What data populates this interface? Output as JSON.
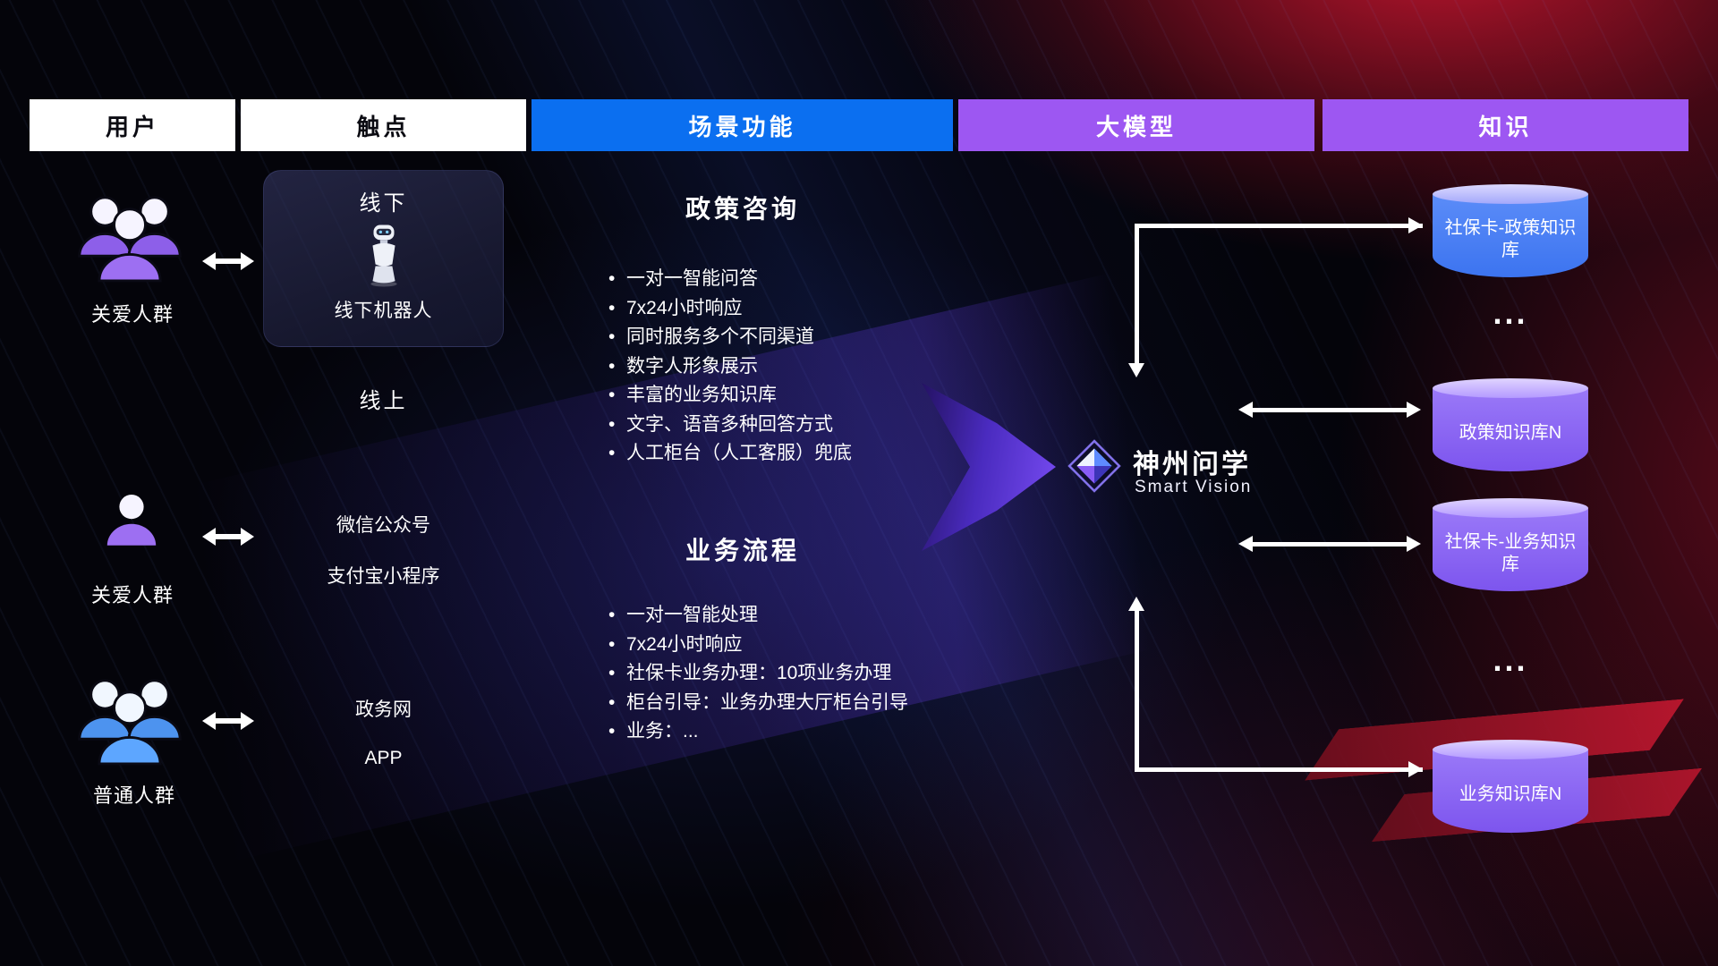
{
  "headers": [
    {
      "label": "用户"
    },
    {
      "label": "触点"
    },
    {
      "label": "场景功能"
    },
    {
      "label": "大模型"
    },
    {
      "label": "知识"
    }
  ],
  "users": [
    {
      "label": "关爱人群",
      "icon": "people-group-purple-icon"
    },
    {
      "label": "关爱人群",
      "icon": "person-purple-icon"
    },
    {
      "label": "普通人群",
      "icon": "people-group-blue-icon"
    }
  ],
  "touchpoints": {
    "offline_title": "线下",
    "robot_label": "线下机器人",
    "online_title": "线上",
    "items": [
      "微信公众号",
      "支付宝小程序",
      "政务网",
      "APP"
    ]
  },
  "scenes": {
    "policy": {
      "title": "政策咨询",
      "bullets": [
        "一对一智能问答",
        "7x24小时响应",
        "同时服务多个不同渠道",
        "数字人形象展示",
        "丰富的业务知识库",
        "文字、语音多种回答方式",
        "人工柜台（人工客服）兜底"
      ]
    },
    "business": {
      "title": "业务流程",
      "bullets": [
        "一对一智能处理",
        "7x24小时响应",
        "社保卡业务办理：10项业务办理",
        "柜台引导：业务办理大厅柜台引导",
        "业务：..."
      ]
    }
  },
  "model": {
    "brand": "神州问学",
    "subtitle": "Smart Vision"
  },
  "knowledge": {
    "kb_policy_social": "社保卡-政策知识库",
    "ellipsis_top": "...",
    "kb_policy_n": "政策知识库N",
    "kb_business_social": "社保卡-业务知识库",
    "ellipsis_bottom": "...",
    "kb_business_n": "业务知识库N"
  },
  "colors": {
    "scene_header": "#0b6ff0",
    "model_header": "#9d57f2",
    "knowledge_header": "#9d57f2",
    "cylinder_blue": "#3c74f0",
    "cylinder_purple": "#7d55ee",
    "user_purple": "#9a6cf0",
    "user_blue": "#58a2ff",
    "flow_arrow": "#7a4df5"
  }
}
